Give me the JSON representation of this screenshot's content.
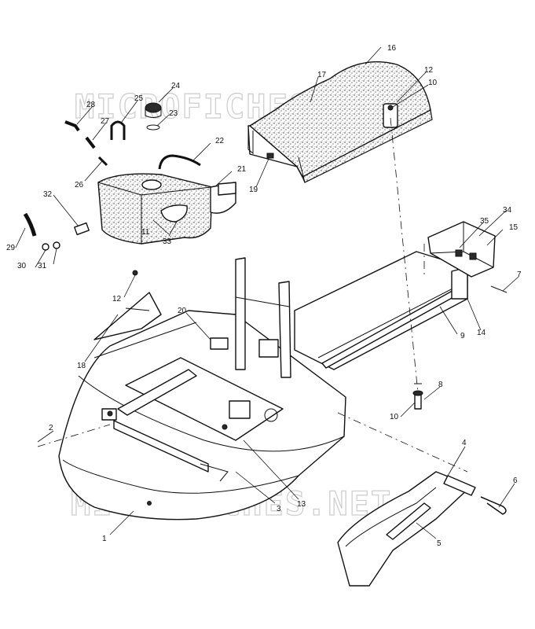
{
  "watermark": {
    "text": "MICROFICHES.NET",
    "color": "#cfcfcf"
  },
  "callouts": {
    "c1": "1",
    "c2": "2",
    "c3": "3",
    "c4": "4",
    "c5": "5",
    "c6": "6",
    "c7": "7",
    "c8": "8",
    "c9": "9",
    "c10a": "10",
    "c10b": "10",
    "c11": "11",
    "c12a": "12",
    "c12b": "12",
    "c13": "13",
    "c14": "14",
    "c15": "15",
    "c16": "16",
    "c17": "17",
    "c18": "18",
    "c19": "19",
    "c20": "20",
    "c21": "21",
    "c22": "22",
    "c23": "23",
    "c24": "24",
    "c25": "25",
    "c26": "26",
    "c27": "27",
    "c28": "28",
    "c29": "29",
    "c30": "30",
    "c31": "31",
    "c32": "32",
    "c33": "33",
    "c34": "34",
    "c35": "35"
  }
}
